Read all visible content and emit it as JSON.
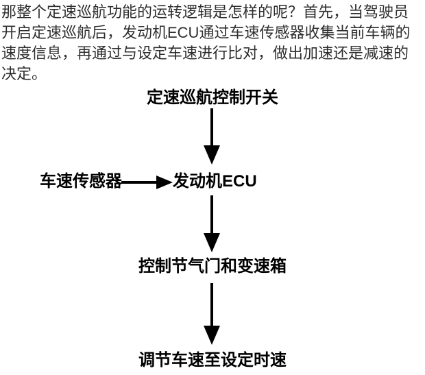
{
  "paragraph": {
    "lines": [
      "那整个定速巡航功能的运转逻辑是怎样的呢？首先，当驾驶员",
      "开启定速巡航后，发动机ECU通过车速传感器收集当前车辆的",
      "速度信息，再通过与设定车速进行比对，做出加速还是减速的",
      "决定。"
    ]
  },
  "flowchart": {
    "nodes": {
      "switch": "定速巡航控制开关",
      "sensor": "车速传感器",
      "ecu": "发动机ECU",
      "throttle": "控制节气门和变速箱",
      "speed": "调节车速至设定时速"
    },
    "colors": {
      "background": "#ffffff",
      "node_text": "#000000",
      "paragraph_text": "#2e2e2e",
      "arrow": "#000000"
    }
  }
}
